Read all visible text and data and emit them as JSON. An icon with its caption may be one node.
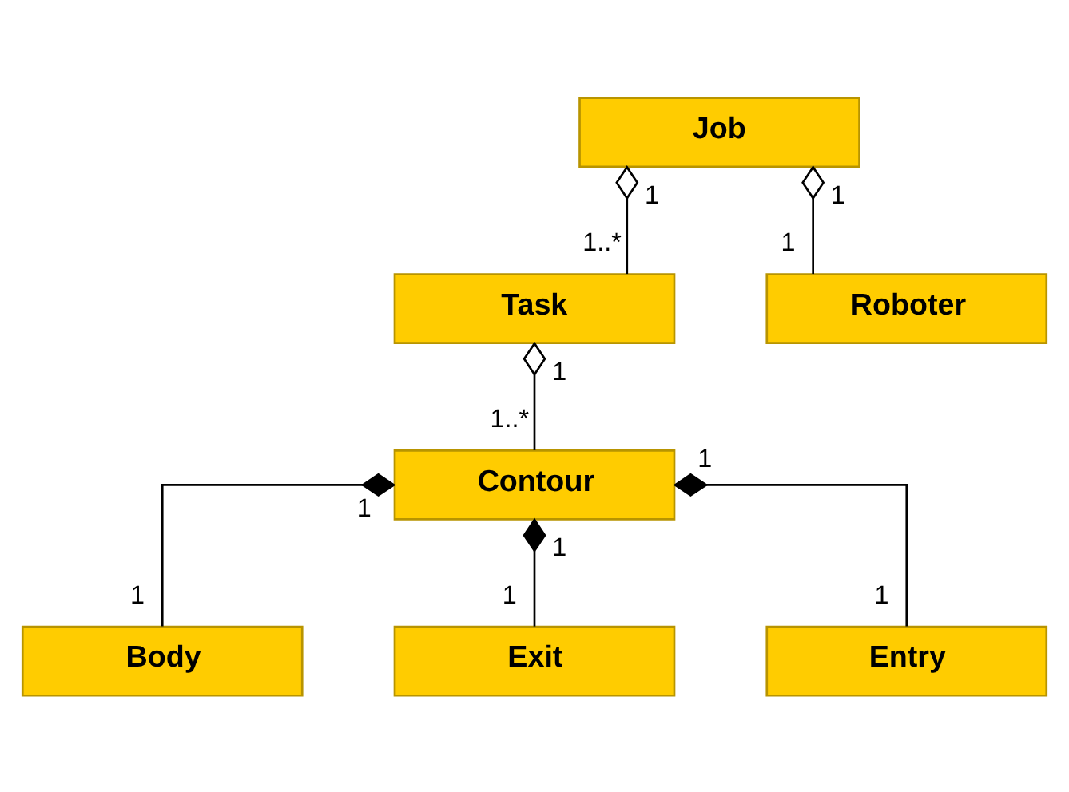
{
  "diagram": {
    "nodes": [
      {
        "text": [
          "Job"
        ]
      },
      {
        "text": [
          "Task"
        ]
      },
      {
        "text": [
          "Roboter"
        ]
      },
      {
        "text": [
          "Contour"
        ]
      },
      {
        "text": [
          "Body"
        ]
      },
      {
        "text": [
          "Exit"
        ]
      },
      {
        "text": [
          "Entry"
        ]
      }
    ],
    "edges": [
      {
        "from": 0,
        "to": 1,
        "arrow": "other"
      },
      {
        "from": 0,
        "to": 2,
        "arrow": "other"
      },
      {
        "from": 1,
        "to": 3,
        "arrow": "other"
      },
      {
        "from": 3,
        "to": 4,
        "arrow": "other"
      },
      {
        "from": 3,
        "to": 5,
        "arrow": "other"
      },
      {
        "from": 3,
        "to": 6,
        "arrow": "other"
      }
    ],
    "labels": [
      "1",
      "1",
      "1..*",
      "1",
      "1",
      "1..*",
      "1",
      "1",
      "1",
      "1",
      "1",
      "1"
    ]
  }
}
